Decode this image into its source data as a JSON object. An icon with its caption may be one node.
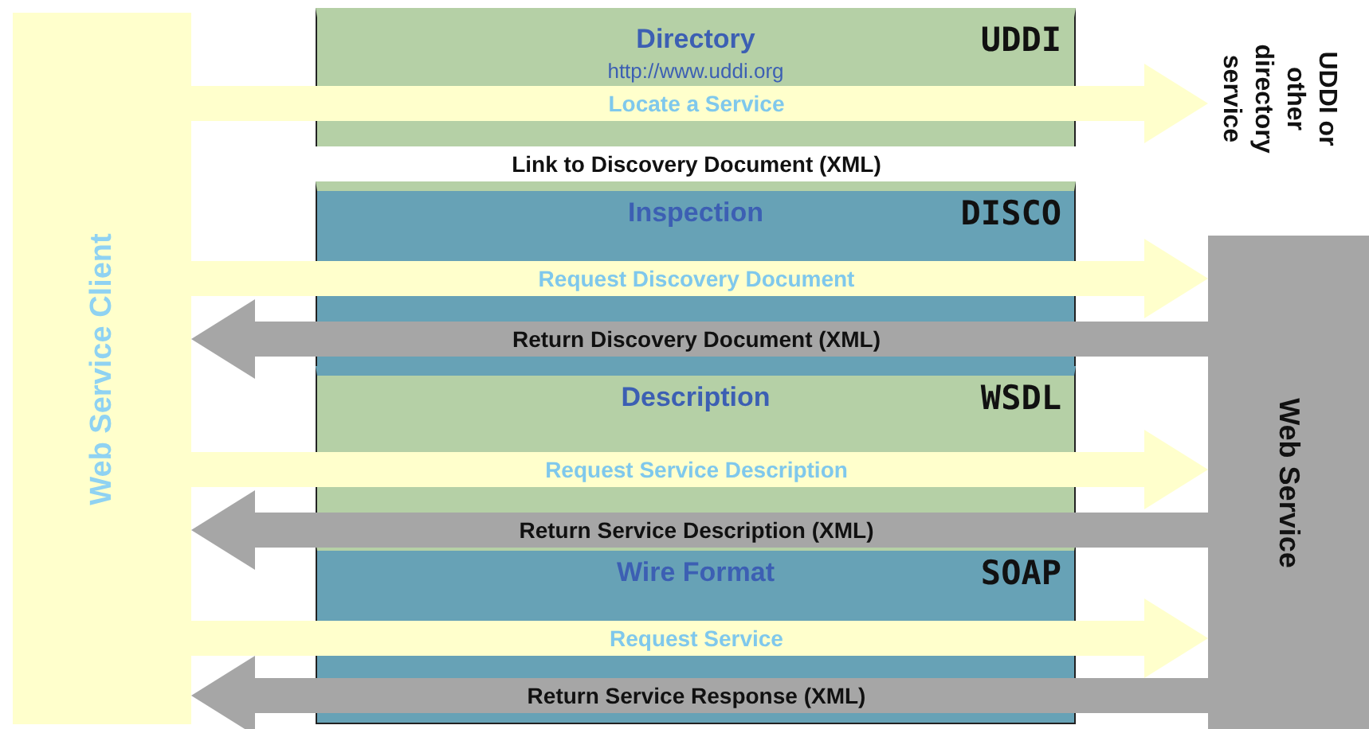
{
  "diagram": {
    "nodes": [
      {
        "text": [
          "Web Service Client"
        ]
      },
      {
        "text": [
          "UDDI or other directory service"
        ]
      },
      {
        "text": [
          "Web Service"
        ]
      },
      {
        "text": [
          "Directory",
          "http://www.uddi.org",
          "UDDI"
        ]
      },
      {
        "text": [
          "Inspection",
          "DISCO"
        ]
      },
      {
        "text": [
          "Description",
          "WSDL"
        ]
      },
      {
        "text": [
          "Wire Format",
          "SOAP"
        ]
      }
    ],
    "edges": [
      {
        "from": 0,
        "to": 1,
        "arrow": "to",
        "label": "Locate a Service"
      },
      {
        "from": 0,
        "to": 2,
        "arrow": "to",
        "label": "Request Discovery Document"
      },
      {
        "from": 2,
        "to": 0,
        "arrow": "to",
        "label": "Return Discovery Document (XML)",
        "color": "#a6a6a6"
      },
      {
        "from": 0,
        "to": 2,
        "arrow": "to",
        "label": "Request Service Description"
      },
      {
        "from": 2,
        "to": 0,
        "arrow": "to",
        "label": "Return Service Description (XML)",
        "color": "#a6a6a6"
      },
      {
        "from": 0,
        "to": 2,
        "arrow": "to",
        "label": "Request Service"
      },
      {
        "from": 2,
        "to": 0,
        "arrow": "to",
        "label": "Return Service Response (XML)",
        "color": "#a6a6a6"
      }
    ],
    "labels": [
      "Link to Discovery Document (XML)"
    ]
  }
}
